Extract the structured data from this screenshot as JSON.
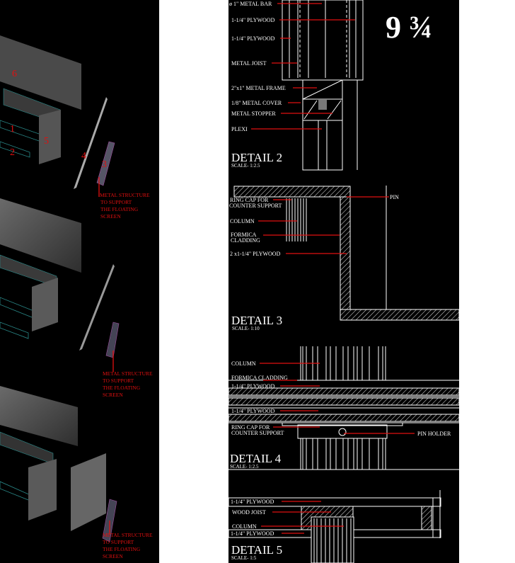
{
  "sheet_number": "9 ¾",
  "exploded_views": [
    {
      "part_labels": [
        "6",
        "1",
        "2",
        "5",
        "4",
        "3"
      ],
      "note": [
        "METAL  STRUCTURE",
        "TO SUPPORT",
        "THE FLOATING",
        "SCREEN"
      ]
    },
    {
      "note": [
        "METAL  STRUCTURE",
        "TO SUPPORT",
        "THE FLOATING",
        "SCREEN"
      ]
    },
    {
      "note": [
        "METAL  STRUCTURE",
        "TO SUPPORT",
        "THE FLOATING",
        "SCREEN"
      ]
    }
  ],
  "detail2": {
    "title": "DETAIL 2",
    "scale": "SCALE- 1:2.5",
    "labels": [
      "ø 1\" METAL BAR",
      "1-1/4\" PLYWOOD",
      "1-1/4\" PLYWOOD",
      "METAL JOIST",
      "2\"x1\" METAL FRAME",
      "1/8\" METAL COVER",
      "METAL STOPPER",
      "PLEXI"
    ]
  },
  "detail3": {
    "title": "DETAIL 3",
    "scale": "SCALE- 1:10",
    "labels": [
      "RING CAP FOR",
      "COUNTER SUPPORT",
      "COLUMN",
      "FORMICA",
      "CLADDING",
      "2 x1-1/4\" PLYWOOD",
      "PIN"
    ]
  },
  "detail4": {
    "title": "DETAIL 4",
    "scale": "SCALE- 1:2.5",
    "labels": [
      "COLUMN",
      "FORMICA CLADDING",
      "1-1/4\" PLYWOOD",
      "1-1/4\" PLYWOOD",
      "RING CAP FOR",
      "COUNTER SUPPORT",
      "PIN HOLDER"
    ]
  },
  "detail5": {
    "title": "DETAIL 5",
    "scale": "SCALE- 1:5",
    "labels": [
      "1-1/4\" PLYWOOD",
      "WOOD JOIST",
      "COLUMN",
      "1-1/4\" PLYWOOD"
    ]
  },
  "colors": {
    "background": "#000000",
    "annotation": "#e01010",
    "linework": "#ffffff"
  }
}
